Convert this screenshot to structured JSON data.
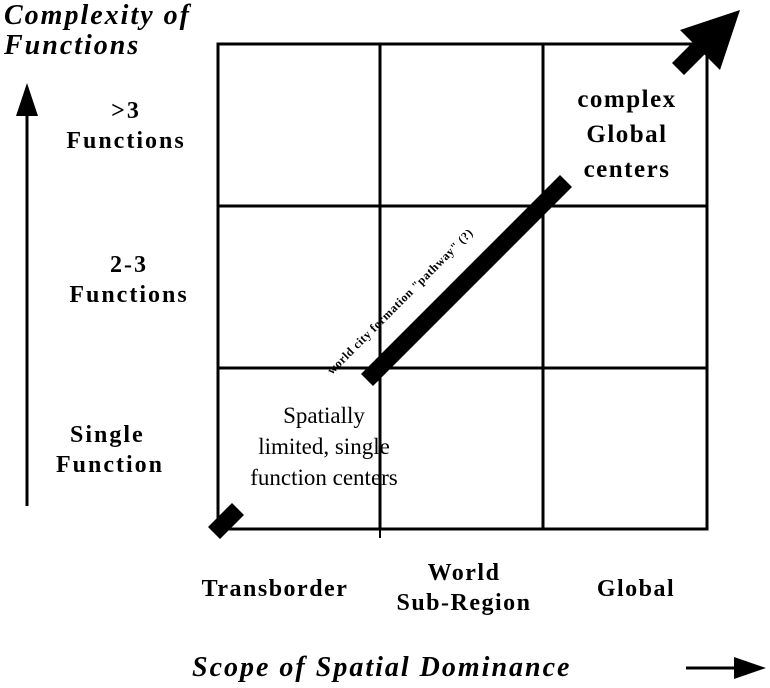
{
  "axes": {
    "y_title": [
      "Complexity of",
      "Functions"
    ],
    "x_title": "Scope of Spatial Dominance"
  },
  "rows": [
    {
      "lines": [
        ">3",
        "Functions"
      ]
    },
    {
      "lines": [
        "2-3",
        "Functions"
      ]
    },
    {
      "lines": [
        "Single",
        "Function"
      ]
    }
  ],
  "columns": [
    {
      "lines": [
        "Transborder"
      ]
    },
    {
      "lines": [
        "World",
        "Sub-Region"
      ]
    },
    {
      "lines": [
        "Global"
      ]
    }
  ],
  "cells": {
    "top_right": [
      "complex",
      "Global",
      "centers"
    ],
    "bottom_left": [
      "Spatially",
      "limited, single",
      "function centers"
    ]
  },
  "pathway_label": "world city formation \"pathway\" (?)",
  "colors": {
    "ink": "#000000",
    "background": "#ffffff"
  }
}
